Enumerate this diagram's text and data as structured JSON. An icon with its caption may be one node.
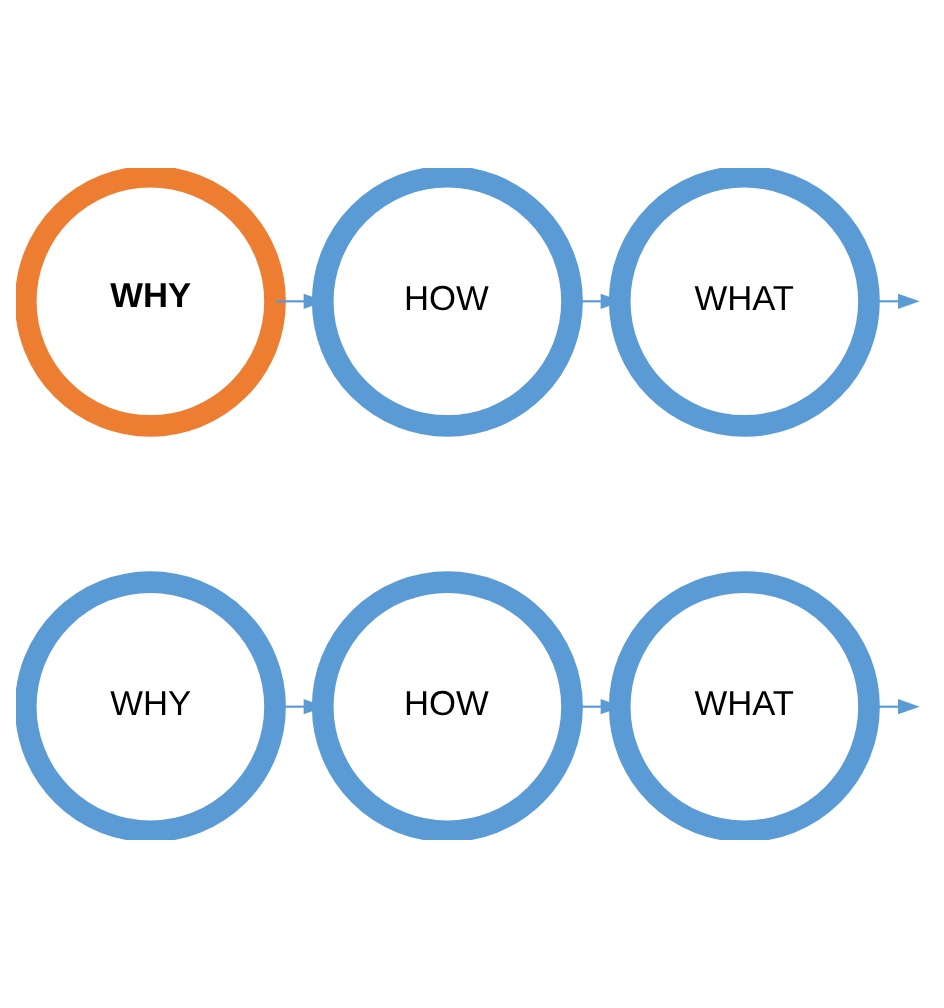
{
  "diagram": {
    "nodes": [
      {
        "text": [
          "WHY"
        ]
      },
      {
        "text": [
          "HOW"
        ]
      },
      {
        "text": [
          "WHAT"
        ]
      },
      {
        "text": [
          "WHY"
        ]
      },
      {
        "text": [
          "HOW"
        ]
      },
      {
        "text": [
          "WHAT"
        ]
      }
    ],
    "edges": [
      {
        "from": 0,
        "to": 1,
        "arrow": "to"
      },
      {
        "from": 1,
        "to": 2,
        "arrow": "to"
      },
      {
        "from": 2,
        "to": null,
        "arrow": "to"
      },
      {
        "from": 3,
        "to": 4,
        "arrow": "to"
      },
      {
        "from": 4,
        "to": 5,
        "arrow": "to"
      },
      {
        "from": 5,
        "to": null,
        "arrow": "to"
      }
    ]
  }
}
